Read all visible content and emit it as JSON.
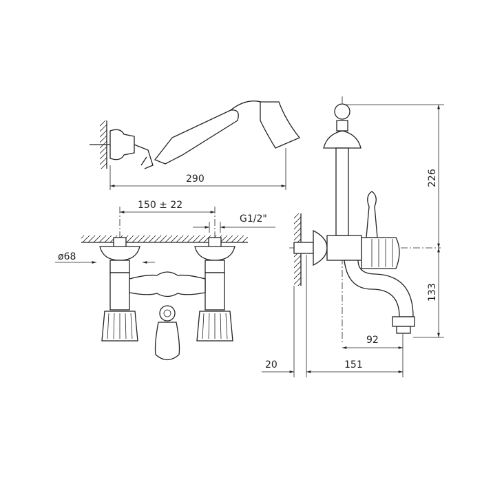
{
  "title": "Bath mixer technical drawing",
  "dimensions": {
    "hand_shower_length": "290",
    "inlet_spacing": "150 ± 22",
    "thread": "G1/2\"",
    "rosette_diameter": "ø68",
    "height_above_axis": "226",
    "height_below_axis": "133",
    "spout_outlet_projection": "92",
    "wall_offset": "20",
    "spout_projection": "151"
  },
  "colors": {
    "line": "#222222",
    "background": "#ffffff"
  }
}
